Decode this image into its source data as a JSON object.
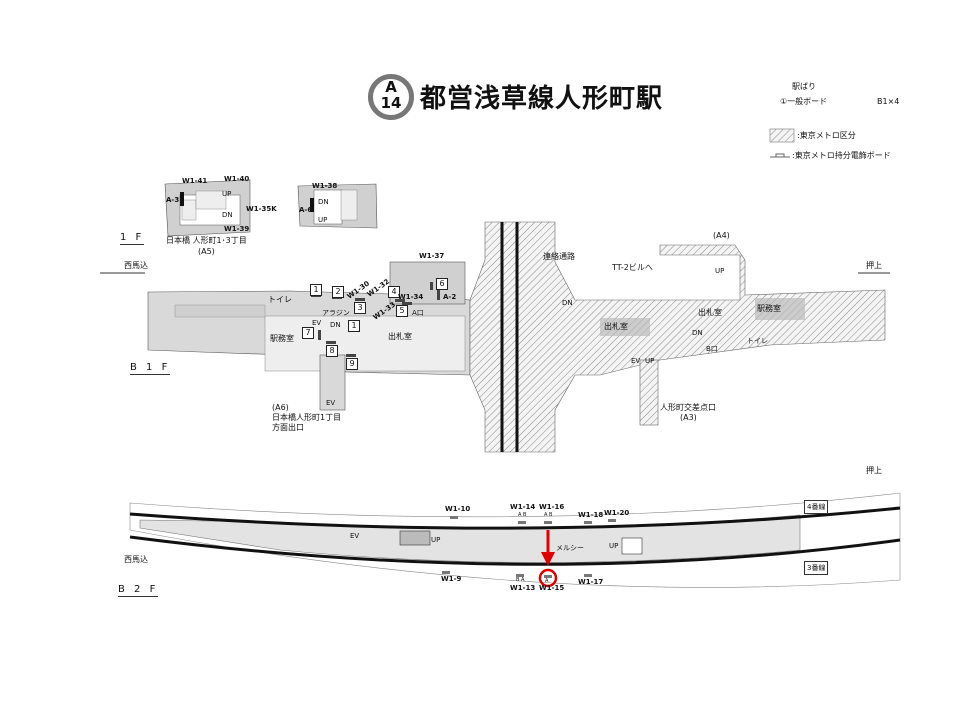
{
  "header": {
    "line_letter": "A",
    "line_number": "14",
    "title": "都営浅草線人形町駅"
  },
  "legend": {
    "ad_type": "駅ばり",
    "board_label": "①一般ボード",
    "board_count": "B1×4",
    "metro_area": ":東京メトロ区分",
    "metro_board": ":東京メトロ持分電飾ボード"
  },
  "floors": {
    "f1": "1 F",
    "b1": "B 1 F",
    "b2": "B 2 F"
  },
  "directions": {
    "west": "西馬込",
    "east": "押上"
  },
  "f1": {
    "w41": "W1-41",
    "w40": "W1-40",
    "a3": "A-3",
    "w35k": "W1-35K",
    "w39": "W1-39",
    "w38": "W1-38",
    "a6": "A-6",
    "up": "UP",
    "dn": "DN",
    "exit_a5": "日本橋 人形町1･3丁目",
    "a5": "(A5)"
  },
  "b1": {
    "boards": [
      "1",
      "2",
      "3",
      "4",
      "5",
      "6",
      "7",
      "8",
      "9",
      "1"
    ],
    "w37": "W1-37",
    "w30": "W1-30",
    "w32": "W1-32",
    "w34": "W1-34",
    "w33": "W1-33",
    "a2": "A-2",
    "a_exit": "A口",
    "b_exit": "B口",
    "toilet": "トイレ",
    "aladdin": "アラジン",
    "ev": "EV",
    "dn": "DN",
    "up": "UP",
    "office": "駅務室",
    "ticket": "出札室",
    "a6": "(A6)",
    "a6_exit_1": "日本橋人形町1丁目",
    "a6_exit_2": "方面出口",
    "connect": "連絡通路",
    "tt2": "TT-2ビルへ",
    "a4": "(A4)",
    "a3_exit": "人形町交差点口",
    "a3": "(A3)"
  },
  "b2": {
    "w10": "W1-10",
    "w14": "W1-14",
    "w16": "W1-16",
    "w18": "W1-18",
    "w20": "W1-20",
    "w9": "W1-9",
    "w13": "W1-13",
    "w15": "W1-15",
    "w17": "W1-17",
    "ab": "A B",
    "ba": "B A",
    "a": "A",
    "ev": "EV",
    "up": "UP",
    "mercy": "メルシー",
    "track4": "4番線",
    "track3": "3番線"
  },
  "colors": {
    "highlight": "#e00000",
    "floor": "#d9d9d9",
    "room": "#bdbdbd"
  }
}
